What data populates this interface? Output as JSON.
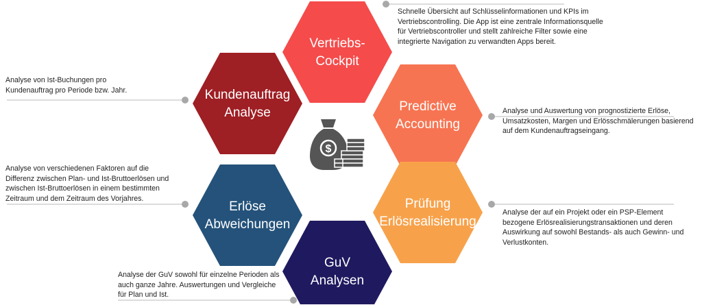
{
  "modules": [
    {
      "id": "vertriebs-cockpit",
      "lines": [
        "Vertriebs-",
        "Cockpit"
      ],
      "color": "#f54b4b",
      "description": [
        "Schnelle Übersicht auf Schlüsselinformationen und KPIs im",
        "Vertriebscontrolling. Die App ist eine zentrale Informationsquelle",
        "für Vertriebscontroller und stellt zahlreiche Filter sowie eine",
        "integrierte Navigation zu verwandten Apps bereit."
      ]
    },
    {
      "id": "predictive-accounting",
      "lines": [
        "Predictive",
        "Accounting"
      ],
      "color": "#f77452",
      "description": [
        "Analyse und Auswertung von prognostizierte Erlöse,",
        "Umsatzkosten, Margen und Erlösschmälerungen basierend",
        "auf dem Kundenauftragseingang."
      ]
    },
    {
      "id": "pruefung-erloesrealisierung",
      "lines": [
        "Prüfung",
        "Erlösrealisierung"
      ],
      "color": "#f7a24b",
      "description": [
        "Analyse der auf ein Projekt oder ein PSP-Element",
        "bezogene Erlösrealisierungstransaktionen und deren",
        "Auswirkung auf sowohl Bestands- als auch Gewinn- und",
        "Verlustkonten."
      ]
    },
    {
      "id": "guv-analysen",
      "lines": [
        "GuV",
        "Analysen"
      ],
      "color": "#1f1a5f",
      "description": [
        "Analyse der GuV sowohl für einzelne Perioden als",
        "auch ganze Jahre. Auswertungen und Vergleiche",
        "für Plan und Ist."
      ]
    },
    {
      "id": "erloese-abweichungen",
      "lines": [
        "Erlöse",
        "Abweichungen"
      ],
      "color": "#24527a",
      "description": [
        "Analyse von verschiedenen Faktoren auf die",
        "Differenz zwischen Plan- und Ist-Bruttoerlösen und",
        "zwischen Ist-Bruttoerlösen in einem bestimmten",
        "Zeitraum und dem Zeitraum des Vorjahres."
      ]
    },
    {
      "id": "kundenauftrag-analyse",
      "lines": [
        "Kundenauftrag",
        "Analyse"
      ],
      "color": "#9e1f24",
      "description": [
        "Analyse von Ist-Buchungen pro",
        "Kundenauftrag pro Periode bzw. Jahr."
      ]
    }
  ],
  "center_icon": "money-bag-icon",
  "icon_color": "#555555"
}
